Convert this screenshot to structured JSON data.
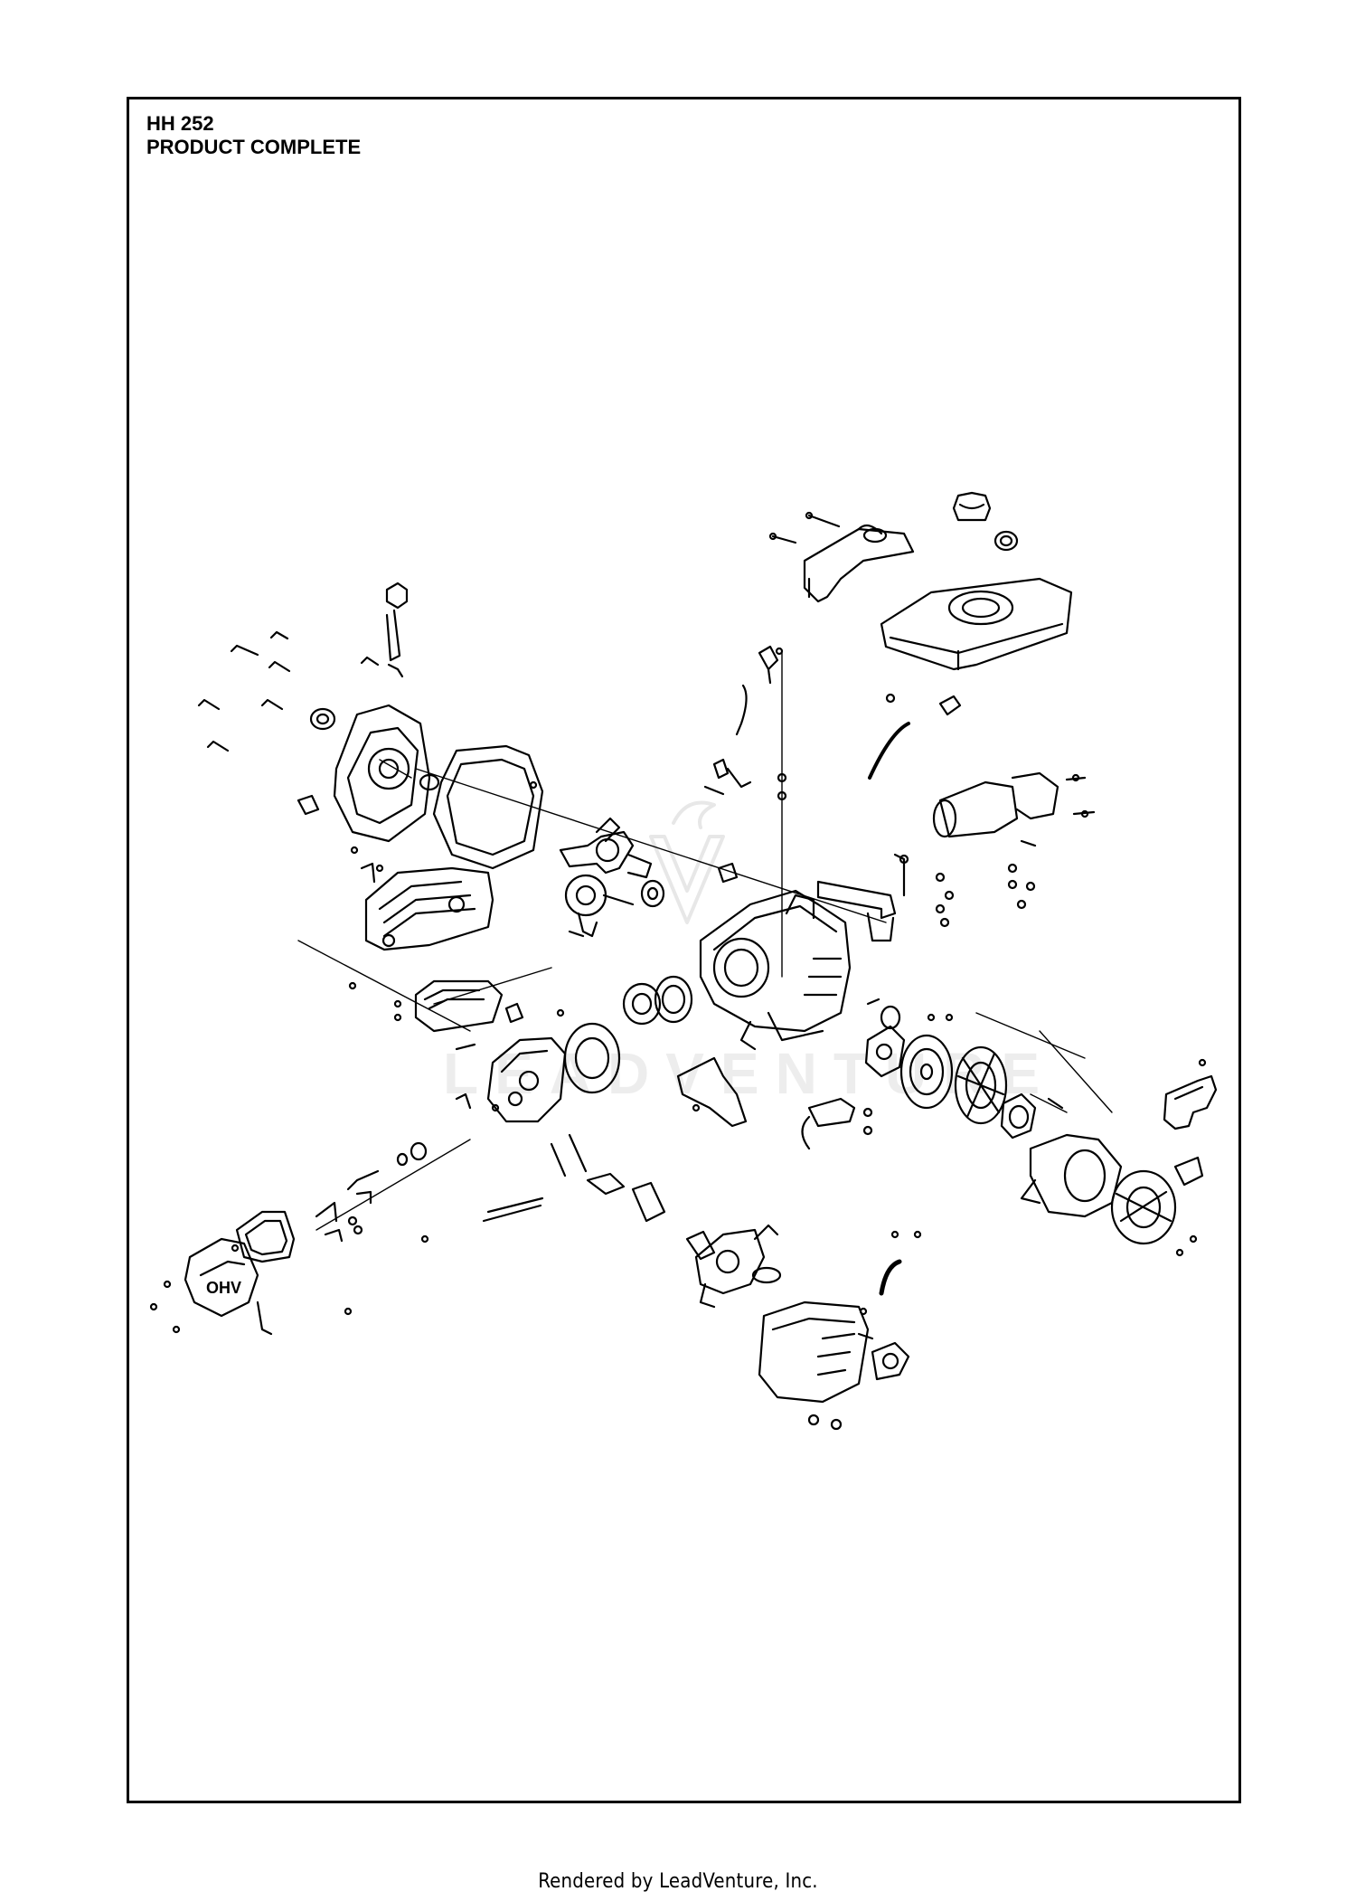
{
  "diagram": {
    "model": "HH 252",
    "section_title": "PRODUCT COMPLETE",
    "watermark": "LEADVENTURE"
  },
  "footer": {
    "credit": "Rendered by LeadVenture, Inc."
  }
}
